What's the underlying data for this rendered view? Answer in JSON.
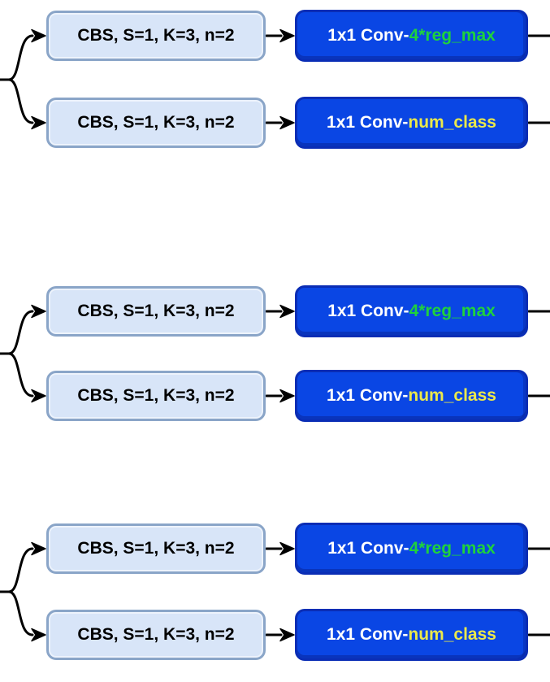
{
  "colors": {
    "cbs_fill": "#d8e5f8",
    "cbs_border": "#8aa5c8",
    "cbs_text": "#000000",
    "conv_fill": "#0a46e4",
    "conv_border": "#0a2db5",
    "conv_text": "#ffffff",
    "reg_max_text": "#1fd23c",
    "num_class_text": "#ebe94b",
    "connector": "#000000"
  },
  "groups": [
    {
      "rows": [
        {
          "cbs_label": "CBS, S=1, K=3, n=2",
          "conv_prefix": "1x1 Conv-",
          "conv_suffix": "4*reg_max"
        },
        {
          "cbs_label": "CBS, S=1, K=3, n=2",
          "conv_prefix": "1x1 Conv-",
          "conv_suffix": "num_class"
        }
      ]
    },
    {
      "rows": [
        {
          "cbs_label": "CBS, S=1, K=3, n=2",
          "conv_prefix": "1x1 Conv-",
          "conv_suffix": "4*reg_max"
        },
        {
          "cbs_label": "CBS, S=1, K=3, n=2",
          "conv_prefix": "1x1 Conv-",
          "conv_suffix": "num_class"
        }
      ]
    },
    {
      "rows": [
        {
          "cbs_label": "CBS, S=1, K=3, n=2",
          "conv_prefix": "1x1 Conv-",
          "conv_suffix": "4*reg_max"
        },
        {
          "cbs_label": "CBS, S=1, K=3, n=2",
          "conv_prefix": "1x1 Conv-",
          "conv_suffix": "num_class"
        }
      ]
    }
  ]
}
